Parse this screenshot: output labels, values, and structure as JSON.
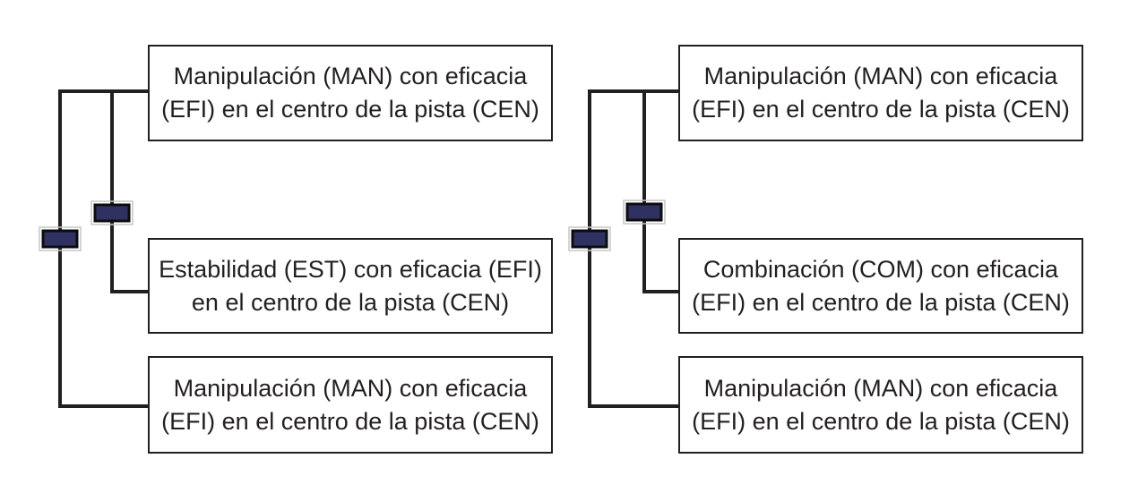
{
  "figure": {
    "type": "dendrogram-pair",
    "colors": {
      "background": "#ffffff",
      "line": "#231f20",
      "box_border": "#231f20",
      "box_fill": "#ffffff",
      "text": "#231f20",
      "node_fill": "#2e3161",
      "node_border": "#0d0d0d",
      "node_halo": "#c6c6c6"
    },
    "left_tree": {
      "boxes": [
        {
          "lines": [
            "Manipulación (MAN) con eficacia",
            "(EFI) en el centro de la pista (CEN)"
          ]
        },
        {
          "lines": [
            "Estabilidad (EST) con eficacia (EFI)",
            "en el centro de la pista (CEN)"
          ]
        },
        {
          "lines": [
            "Manipulación (MAN) con eficacia",
            "(EFI) en el centro de la pista (CEN)"
          ]
        }
      ]
    },
    "right_tree": {
      "boxes": [
        {
          "lines": [
            "Manipulación (MAN) con eficacia",
            "(EFI) en el centro de la pista (CEN)"
          ]
        },
        {
          "lines": [
            "Combinación (COM) con eficacia",
            "(EFI) en el centro de la pista (CEN)"
          ]
        },
        {
          "lines": [
            "Manipulación (MAN) con eficacia",
            "(EFI) en el centro de la pista (CEN)"
          ]
        }
      ]
    }
  }
}
